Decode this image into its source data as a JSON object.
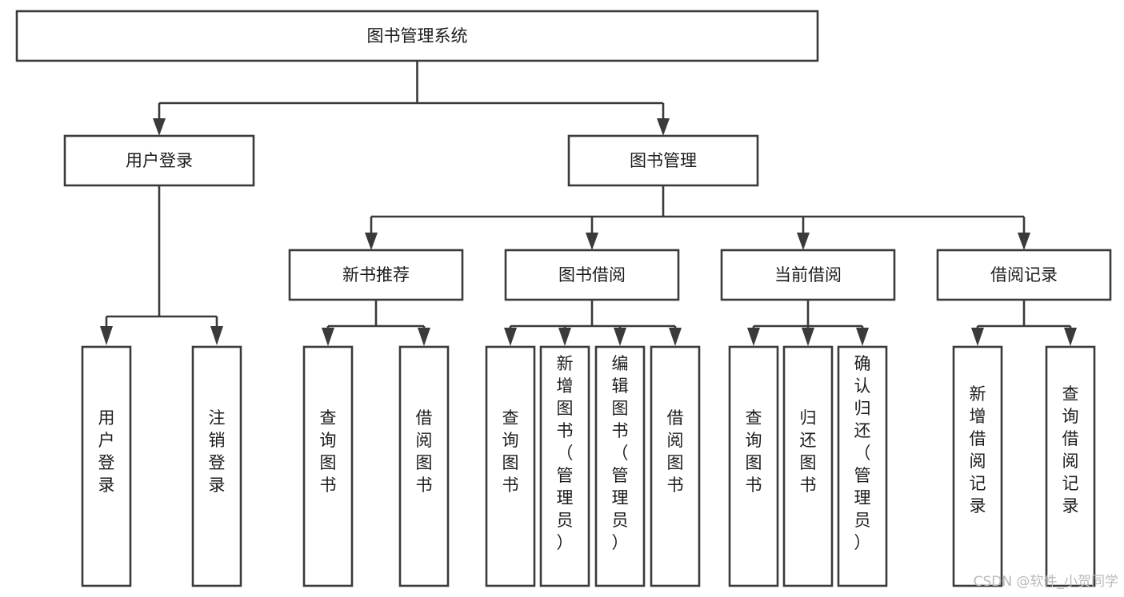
{
  "diagram": {
    "type": "tree-hierarchy-chart",
    "title": "图书管理系统",
    "orientation": "top-down",
    "colors": {
      "box_stroke": "#3a3a3a",
      "box_fill": "#ffffff",
      "connector": "#3a3a3a",
      "text": "#1c1c1c",
      "background": "#ffffff",
      "watermark": "#b9b9b9"
    },
    "root": {
      "label": "图书管理系统"
    },
    "level2": [
      {
        "label": "用户登录"
      },
      {
        "label": "图书管理"
      }
    ],
    "level3": [
      {
        "label": "新书推荐"
      },
      {
        "label": "图书借阅"
      },
      {
        "label": "当前借阅"
      },
      {
        "label": "借阅记录"
      }
    ],
    "leaves": {
      "user_login": [
        {
          "label": "用户登录"
        },
        {
          "label": "注销登录"
        }
      ],
      "new_book_recommend": [
        {
          "label": "查询图书"
        },
        {
          "label": "借阅图书"
        }
      ],
      "book_borrow": [
        {
          "label": "查询图书"
        },
        {
          "label": "新增图书（管理员）"
        },
        {
          "label": "编辑图书（管理员）"
        },
        {
          "label": "借阅图书"
        }
      ],
      "current_borrow": [
        {
          "label": "查询图书"
        },
        {
          "label": "归还图书"
        },
        {
          "label": "确认归还（管理员）"
        }
      ],
      "borrow_record": [
        {
          "label": "新增借阅记录"
        },
        {
          "label": "查询借阅记录"
        }
      ]
    }
  },
  "watermark": {
    "text": "CSDN @软件_小贺同学"
  }
}
